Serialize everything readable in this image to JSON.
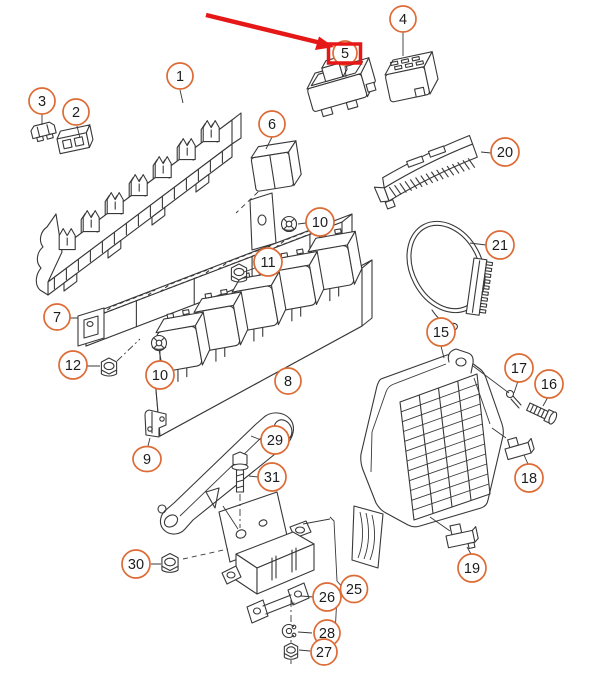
{
  "figure": {
    "kind": "exploded-parts-diagram",
    "background": "#ffffff",
    "line_color": "#383838",
    "callout_color": "#dd6b35",
    "highlight_color": "#e51717",
    "highlighted_part": "5"
  },
  "callouts": {
    "c1": "1",
    "c2": "2",
    "c3": "3",
    "c4": "4",
    "c5": "5",
    "c6": "6",
    "c7": "7",
    "c8": "8",
    "c9": "9",
    "c10": "10",
    "c11": "11",
    "c12": "12",
    "c15": "15",
    "c16": "16",
    "c17": "17",
    "c18": "18",
    "c19": "19",
    "c20": "20",
    "c21": "21",
    "c25": "25",
    "c26": "26",
    "c27": "27",
    "c28": "28",
    "c29": "29",
    "c30": "30",
    "c31": "31"
  }
}
